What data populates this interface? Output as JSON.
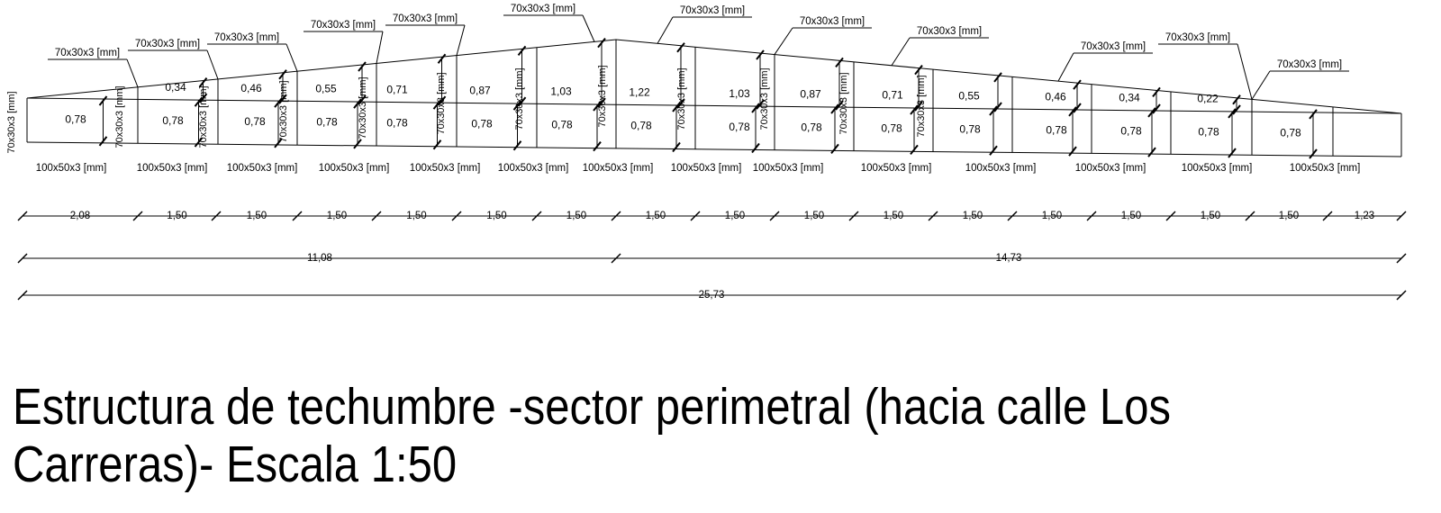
{
  "truss": {
    "chord_profile": "70x30x3 [mm]",
    "post_profile": "70x30x3 [mm]",
    "bottom_profile": "100x50x3 [mm]",
    "top_labels": [
      "70x30x3 [mm]",
      "70x30x3 [mm]",
      "70x30x3 [mm]",
      "70x30x3 [mm]",
      "70x30x3 [mm]",
      "70x30x3 [mm]",
      "70x30x3 [mm]",
      "70x30x3 [mm]",
      "70x30x3 [mm]",
      "70x30x3 [mm]",
      "70x30x3 [mm]",
      "70x30x3 [mm]"
    ],
    "post_labels": [
      "70x30x3 [mm]",
      "70x30x3 [mm]",
      "70x30x3 [mm]",
      "70x30x3 [mm]",
      "70x30x3 [mm]",
      "70x30x3 [mm]",
      "70x30x3 [mm]",
      "70x30x3 [mm]",
      "70x30x3 [mm]",
      "70x30x3 [mm]",
      "70x30x3 [mm]",
      "70x30x3 [mm]"
    ],
    "bottom_labels": [
      "100x50x3 [mm]",
      "100x50x3 [mm]",
      "100x50x3 [mm]",
      "100x50x3 [mm]",
      "100x50x3 [mm]",
      "100x50x3 [mm]",
      "100x50x3 [mm]",
      "100x50x3 [mm]",
      "100x50x3 [mm]",
      "100x50x3 [mm]",
      "100x50x3 [mm]",
      "100x50x3 [mm]",
      "100x50x3 [mm]",
      "100x50x3 [mm]"
    ],
    "upper_heights": [
      "0,34",
      "0,46",
      "0,55",
      "0,71",
      "0,87",
      "1,03",
      "1,22",
      "1,03",
      "0,87",
      "0,71",
      "0,55",
      "0,46",
      "0,34",
      "0,22"
    ],
    "lower_heights": [
      "0,78",
      "0,78",
      "0,78",
      "0,78",
      "0,78",
      "0,78",
      "0,78",
      "0,78",
      "0,78",
      "0,78",
      "0,78",
      "0,78",
      "0,78",
      "0,78",
      "0,78",
      "0,78"
    ]
  },
  "dimensions": {
    "segments": [
      "2,08",
      "1,50",
      "1,50",
      "1,50",
      "1,50",
      "1,50",
      "1,50",
      "1,50",
      "1,50",
      "1,50",
      "1,50",
      "1,50",
      "1,50",
      "1,50",
      "1,50",
      "1,50",
      "1,23"
    ],
    "partial": [
      "11,08",
      "14,73"
    ],
    "total": "25,73"
  },
  "caption": "Estructura de techumbre -sector perimetral (hacia calle Los Carreras)- Escala 1:50"
}
